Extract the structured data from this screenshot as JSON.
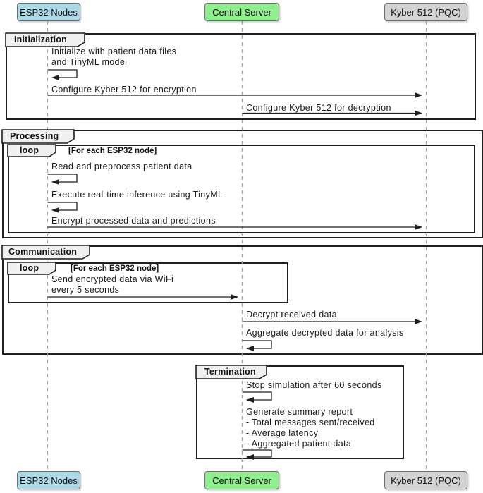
{
  "diagram": {
    "type": "uml-sequence-diagram",
    "actors": [
      {
        "id": "esp32",
        "label": "ESP32 Nodes",
        "fill": "#ADD8E6"
      },
      {
        "id": "server",
        "label": "Central Server",
        "fill": "#90EE90"
      },
      {
        "id": "kyber",
        "label": "Kyber 512 (PQC)",
        "fill": "#D3D3D3"
      }
    ],
    "frames": [
      {
        "label": "Initialization"
      },
      {
        "label": "Processing",
        "loop": {
          "label": "loop",
          "guard": "[For each ESP32 node]"
        }
      },
      {
        "label": "Communication",
        "loop": {
          "label": "loop",
          "guard": "[For each ESP32 node]"
        }
      },
      {
        "label": "Termination"
      }
    ],
    "messages": [
      {
        "from": "ESP32 Nodes",
        "to": "ESP32 Nodes",
        "text": "Initialize with patient data files\nand TinyML model"
      },
      {
        "from": "ESP32 Nodes",
        "to": "Kyber 512 (PQC)",
        "text": "Configure Kyber 512 for encryption"
      },
      {
        "from": "Central Server",
        "to": "Kyber 512 (PQC)",
        "text": "Configure Kyber 512 for decryption"
      },
      {
        "from": "ESP32 Nodes",
        "to": "ESP32 Nodes",
        "text": "Read and preprocess patient data"
      },
      {
        "from": "ESP32 Nodes",
        "to": "ESP32 Nodes",
        "text": "Execute real-time inference using TinyML"
      },
      {
        "from": "ESP32 Nodes",
        "to": "Kyber 512 (PQC)",
        "text": "Encrypt processed data and predictions"
      },
      {
        "from": "ESP32 Nodes",
        "to": "Central Server",
        "text": "Send encrypted data via WiFi\nevery 5 seconds"
      },
      {
        "from": "Central Server",
        "to": "Kyber 512 (PQC)",
        "text": "Decrypt received data"
      },
      {
        "from": "Central Server",
        "to": "Central Server",
        "text": "Aggregate decrypted data for analysis"
      },
      {
        "from": "Central Server",
        "to": "Central Server",
        "text": "Stop simulation after 60 seconds"
      },
      {
        "from": "Central Server",
        "to": "Central Server",
        "text": "Generate summary report\n- Total messages sent/received\n- Average latency\n- Aggregated patient data"
      }
    ],
    "colors": {
      "frame_border": "#1F1F1F",
      "tab_fill": "#F0F0F0",
      "lifeline": "#A6A6A6",
      "arrow": "#1F1F1F"
    }
  }
}
